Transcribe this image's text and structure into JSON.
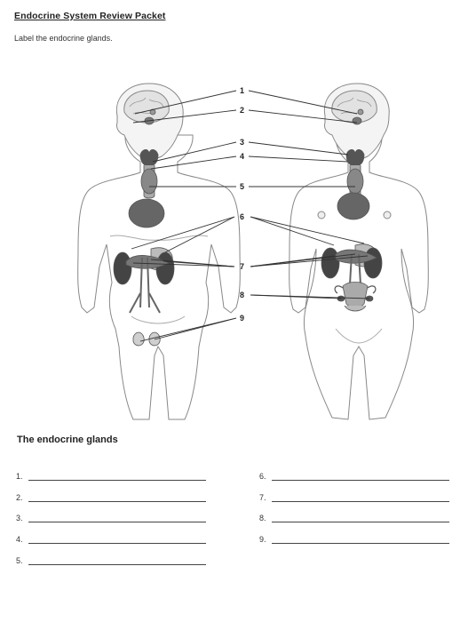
{
  "header": {
    "title": "Endocrine System Review Packet",
    "instruction": "Label the endocrine glands."
  },
  "diagram": {
    "callouts": [
      "1",
      "2",
      "3",
      "4",
      "5",
      "6",
      "7",
      "8",
      "9"
    ]
  },
  "answers": {
    "heading": "The endocrine glands",
    "left": [
      {
        "number": "1.",
        "value": ""
      },
      {
        "number": "2.",
        "value": ""
      },
      {
        "number": "3.",
        "value": ""
      },
      {
        "number": "4.",
        "value": ""
      },
      {
        "number": "5.",
        "value": ""
      }
    ],
    "right": [
      {
        "number": "6.",
        "value": ""
      },
      {
        "number": "7.",
        "value": ""
      },
      {
        "number": "8.",
        "value": ""
      },
      {
        "number": "9.",
        "value": ""
      }
    ]
  }
}
